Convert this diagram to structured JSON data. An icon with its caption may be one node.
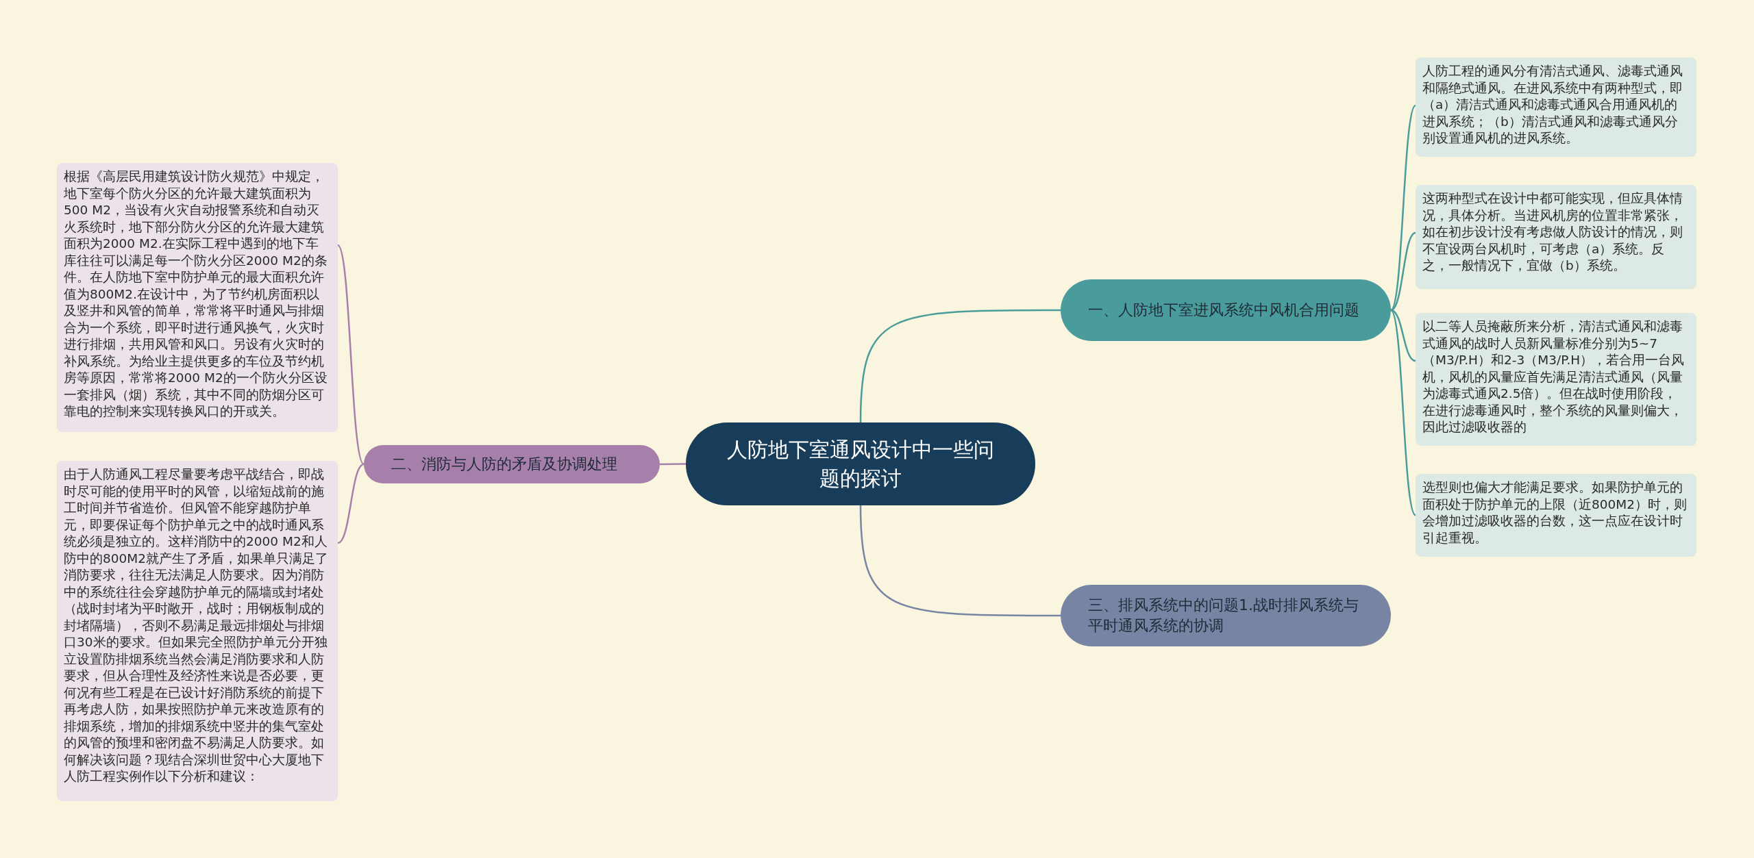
{
  "diagram": {
    "nodes": [
      {
        "text": [
          "人防地下室通风设计中一些问题的探讨"
        ]
      },
      {
        "text": [
          "一、人防地下室进风系统中风机合用问题"
        ]
      },
      {
        "text": [
          "人防工程的通风分有清洁式通风、滤毒式通风和隔绝式通风。在进风系统中有两种型式，即（a）清洁式通风和滤毒式通风合用通风机的进风系统；（b）清洁式通风和滤毒式通风分别设置通风机的进风系统。"
        ]
      },
      {
        "text": [
          "这两种型式在设计中都可能实现，但应具体情况，具体分析。当进风机房的位置非常紧张，如在初步设计没有考虑做人防设计的情况，则不宜设两台风机时，可考虑（a）系统。反之，一般情况下，宜做（b）系统。"
        ]
      },
      {
        "text": [
          "以二等人员掩蔽所来分析，清洁式通风和滤毒式通风的战时人员新风量标准分别为5~7（M3/P.H）和2-3（M3/P.H），若合用一台风机，风机的风量应首先满足清洁式通风（风量为滤毒式通风2.5倍）。但在战时使用阶段，在进行滤毒通风时，整个系统的风量则偏大，因此过滤吸收器的"
        ]
      },
      {
        "text": [
          "选型则也偏大才能满足要求。如果防护单元的面积处于防护单元的上限（近800M2）时，则会增加过滤吸收器的台数，这一点应在设计时引起重视。"
        ]
      },
      {
        "text": [
          "二、消防与人防的矛盾及协调处理"
        ]
      },
      {
        "text": [
          "根据《高层民用建筑设计防火规范》中规定，地下室每个防火分区的允许最大建筑面积为500 M2，当设有火灾自动报警系统和自动灭火系统时，地下部分防火分区的允许最大建筑面积为2000 M2.在实际工程中遇到的地下车库往往可以满足每一个防火分区2000 M2的条件。在人防地下室中防护单元的最大面积允许值为800M2.在设计中，为了节约机房面积以及竖井和风管的简单，常常将平时通风与排烟合为一个系统，即平时进行通风换气，火灾时进行排烟，共用风管和风口。另设有火灾时的补风系统。为给业主提供更多的车位及节约机房等原因，常常将2000 M2的一个防火分区设一套排风（烟）系统，其中不同的防烟分区可靠电的控制来实现转换风口的开或关。"
        ]
      },
      {
        "text": [
          "由于人防通风工程尽量要考虑平战结合，即战时尽可能的使用平时的风管，以缩短战前的施工时间并节省造价。但风管不能穿越防护单元，即要保证每个防护单元之中的战时通风系统必须是独立的。这样消防中的2000 M2和人防中的800M2就产生了矛盾，如果单只满足了消防要求，往往无法满足人防要求。因为消防中的系统往往会穿越防护单元的隔墙或封堵处（战时封堵为平时敞开，战时；用钢板制成的封堵隔墙），否则不易满足最远排烟处与排烟口30米的要求。但如果完全照防护单元分开独立设置防排烟系统当然会满足消防要求和人防要求，但从合理性及经济性来说是否必要，更何况有些工程是在已设计好消防系统的前提下再考虑人防，如果按照防护单元来改造原有的排烟系统，增加的排烟系统中竖井的集气室处的风管的预埋和密闭盘不易满足人防要求。如何解决该问题？现结合深圳世贸中心大厦地下人防工程实例作以下分析和建议："
        ]
      },
      {
        "text": [
          "三、排风系统中的问题1.战时排风系统与平时通风系统的协调"
        ]
      }
    ],
    "edges": [
      {
        "from": 0,
        "to": 1,
        "arrow": "none"
      },
      {
        "from": 1,
        "to": 2,
        "arrow": "none"
      },
      {
        "from": 1,
        "to": 3,
        "arrow": "none"
      },
      {
        "from": 1,
        "to": 4,
        "arrow": "none"
      },
      {
        "from": 1,
        "to": 5,
        "arrow": "none"
      },
      {
        "from": 0,
        "to": 6,
        "arrow": "none",
        "color": "#a67fab"
      },
      {
        "from": 6,
        "to": 7,
        "arrow": "none",
        "color": "#a67fab"
      },
      {
        "from": 6,
        "to": 8,
        "arrow": "none",
        "color": "#a67fab"
      },
      {
        "from": 0,
        "to": 9,
        "arrow": "none",
        "color": "#7884a3"
      }
    ]
  }
}
